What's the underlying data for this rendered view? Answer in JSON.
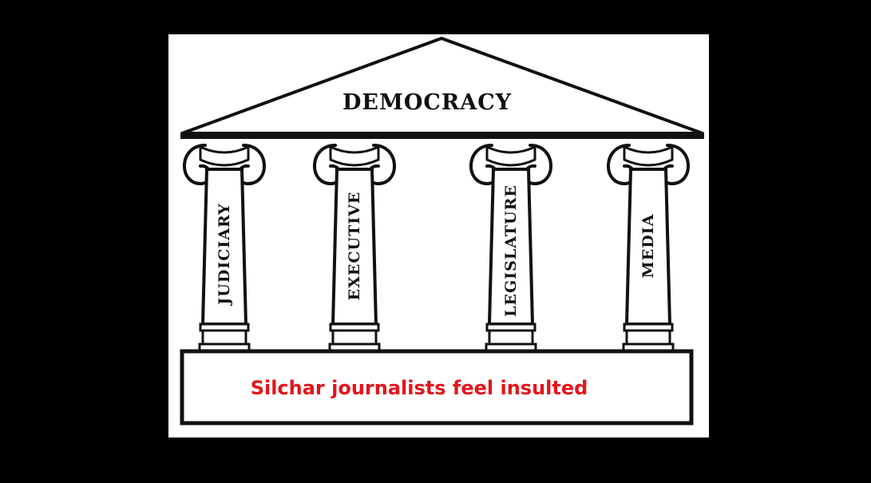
{
  "diagram": {
    "roof_label": "DEMOCRACY",
    "pillars": [
      "JUDICIARY",
      "EXECUTIVE",
      "LEGISLATURE",
      "MEDIA"
    ],
    "caption": "Silchar journalists feel insulted",
    "colors": {
      "background": "#000000",
      "panel": "#ffffff",
      "ink": "#111111",
      "caption": "#e4141b"
    }
  }
}
